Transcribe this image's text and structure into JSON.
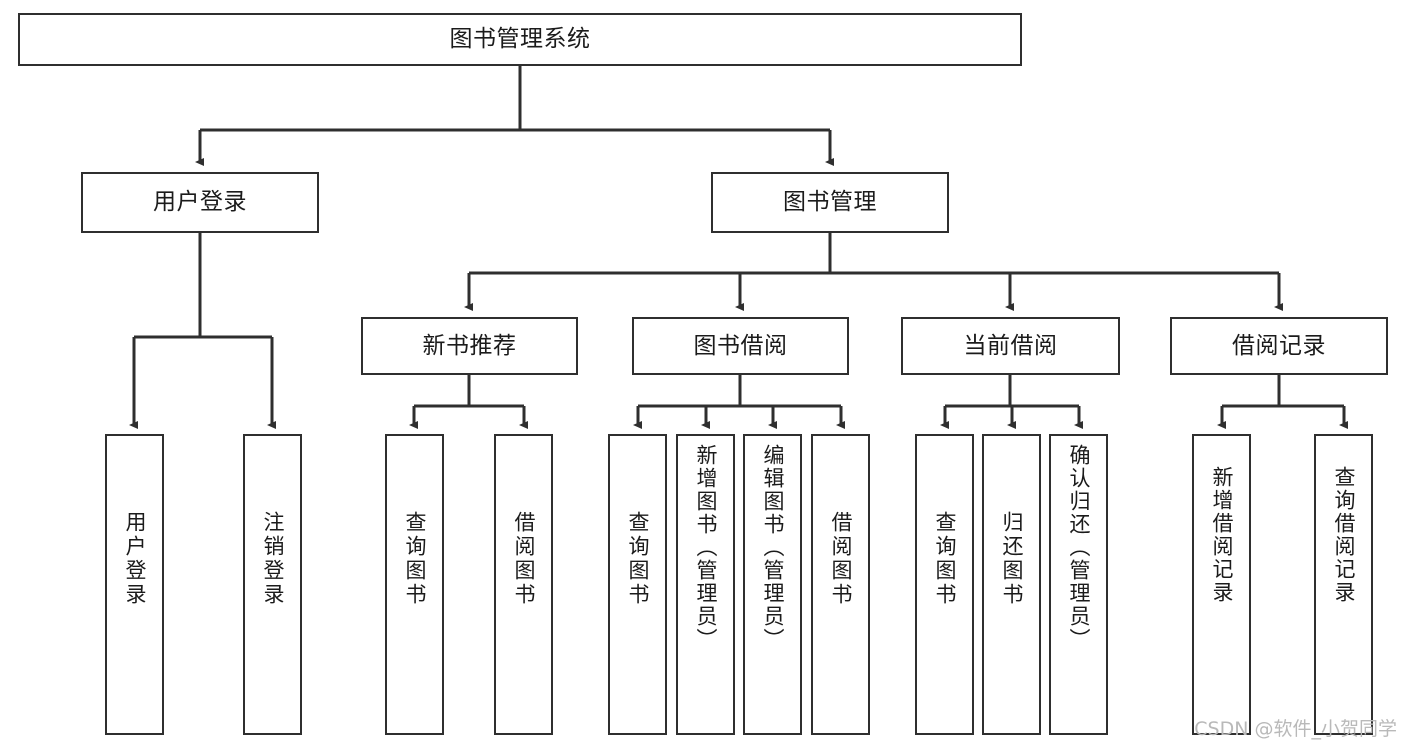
{
  "diagram": {
    "type": "tree",
    "title": "图书管理系统",
    "orientation": "top-down",
    "root": {
      "label": "图书管理系统"
    },
    "level2": [
      {
        "label": "用户登录"
      },
      {
        "label": "图书管理"
      }
    ],
    "level3": [
      {
        "label": "新书推荐"
      },
      {
        "label": "图书借阅"
      },
      {
        "label": "当前借阅"
      },
      {
        "label": "借阅记录"
      }
    ],
    "leaves": {
      "user_login": [
        {
          "label": "用户登录"
        },
        {
          "label": "注销登录"
        }
      ],
      "new_book_recommend": [
        {
          "label": "查询图书"
        },
        {
          "label": "借阅图书"
        }
      ],
      "book_borrow": [
        {
          "label": "查询图书"
        },
        {
          "label": "新增图书（管理员）"
        },
        {
          "label": "编辑图书（管理员）"
        },
        {
          "label": "借阅图书"
        }
      ],
      "current_borrow": [
        {
          "label": "查询图书"
        },
        {
          "label": "归还图书"
        },
        {
          "label": "确认归还（管理员）"
        }
      ],
      "borrow_record": [
        {
          "label": "新增借阅记录"
        },
        {
          "label": "查询借阅记录"
        }
      ]
    }
  },
  "watermark": {
    "text": "CSDN @软件_小贺同学"
  },
  "colors": {
    "stroke": "#2f2f2f",
    "background": "#ffffff",
    "text": "#1b1b1b",
    "watermark": "#b9b9b9"
  }
}
